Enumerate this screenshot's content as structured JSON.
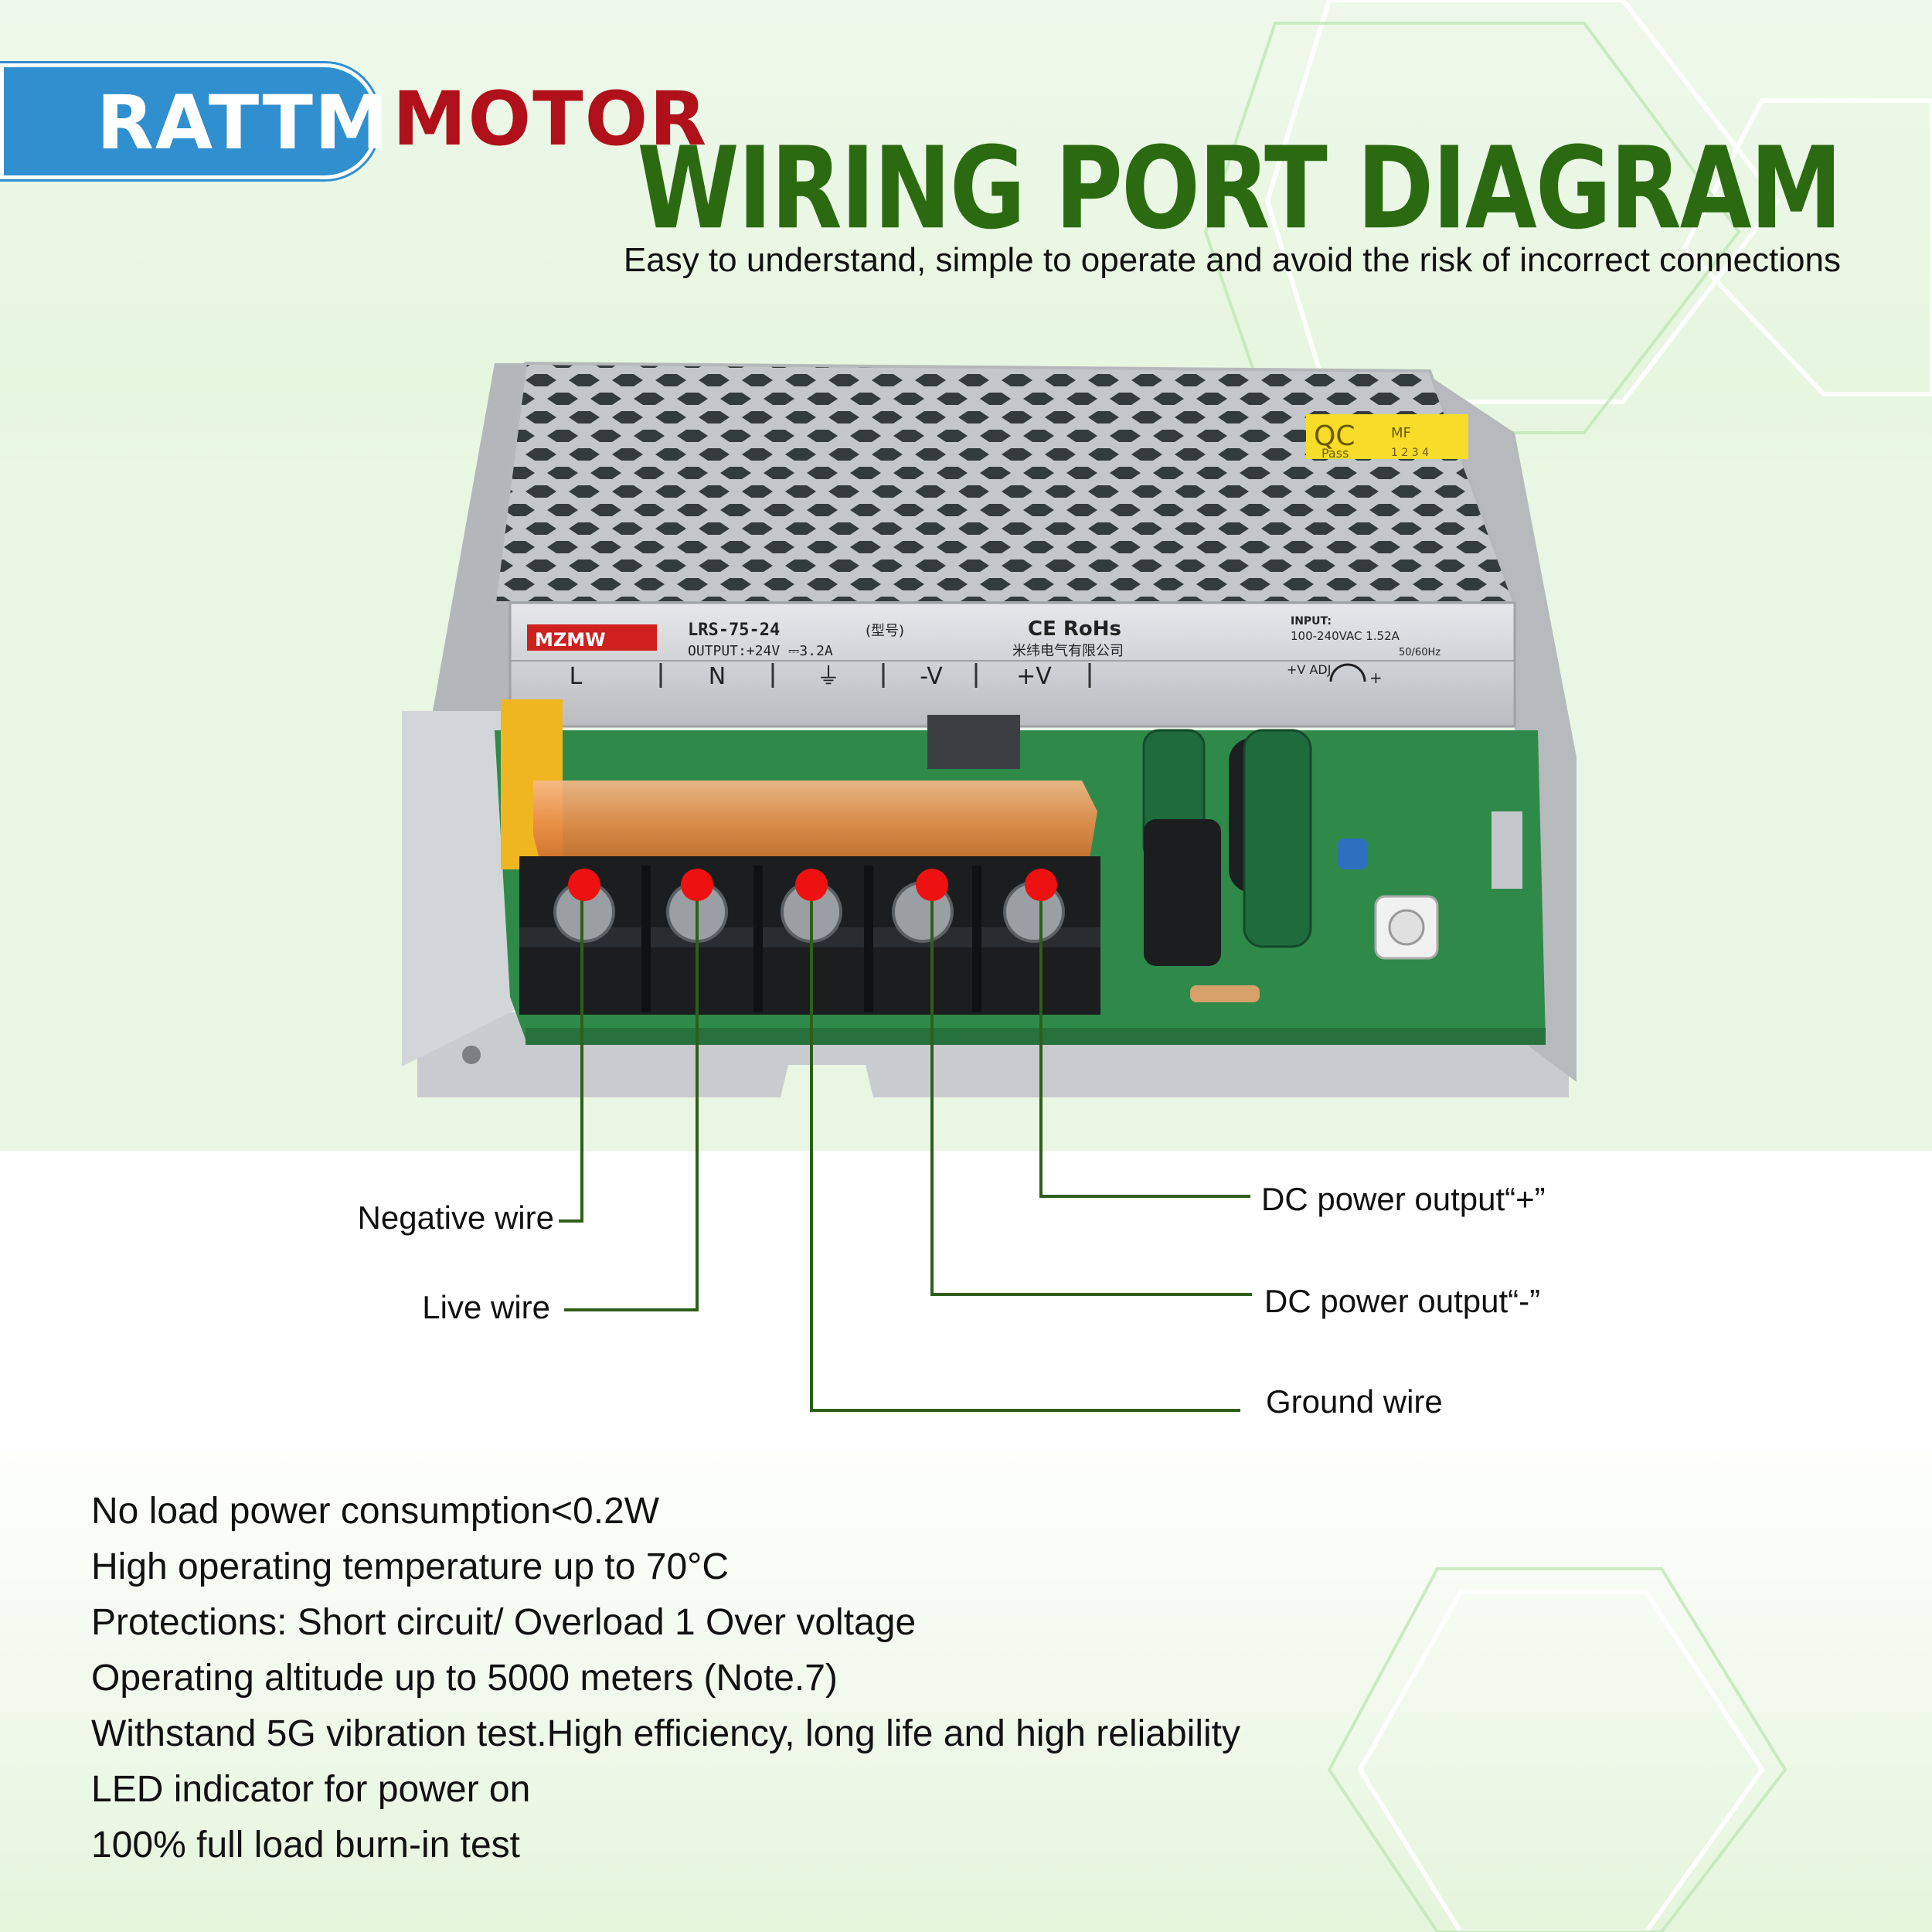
{
  "brand": {
    "left": "RATTM",
    "right": "MOTOR",
    "left_color": "#2f8fcf",
    "right_color": "#b0101a"
  },
  "title": "WIRING PORT DIAGRAM",
  "subtitle": "Easy to understand, simple to operate and avoid the risk of incorrect connections",
  "unit_label": {
    "maker": "MZMW",
    "model": "LRS-75-24",
    "model_suffix": "(型号)",
    "output": "OUTPUT:+24V ⎓3.2A",
    "certs": "CE RoHs",
    "company": "米纬电气有限公司",
    "input_title": "INPUT:",
    "input_value": "100-240VAC 1.52A",
    "frequency": "50/60Hz",
    "qc_text": "QC",
    "qc_pass": "Pass",
    "qc_mf": "MF",
    "qc_grid": "1 2 3 4",
    "adj": "+V ADJ",
    "adj_plus": "+"
  },
  "terminals": [
    "L",
    "N",
    "⏚",
    "-V",
    "+V"
  ],
  "callouts": {
    "negative": "Negative wire",
    "live": "Live wire",
    "ground": "Ground wire",
    "dc_minus": "DC power output“-”",
    "dc_plus": "DC power output“+”"
  },
  "features": [
    "No load power consumption<0.2W",
    "High operating temperature up to 70°C",
    "Protections: Short circuit/ Overload 1 Over voltage",
    "Operating altitude up to 5000 meters (Note.7)",
    "Withstand 5G vibration test.High efficiency, long life and high reliability",
    "LED indicator for power on",
    "100% full load burn-in test"
  ],
  "colors": {
    "title": "#2c6a12",
    "leader_line": "#2e5f1a",
    "marker": "#ee1111",
    "pcb": "#2f8a4a",
    "case": "#c9cccf"
  },
  "icons": [
    "terminal-marker-dot",
    "ground-symbol-icon",
    "adj-knob-icon"
  ]
}
